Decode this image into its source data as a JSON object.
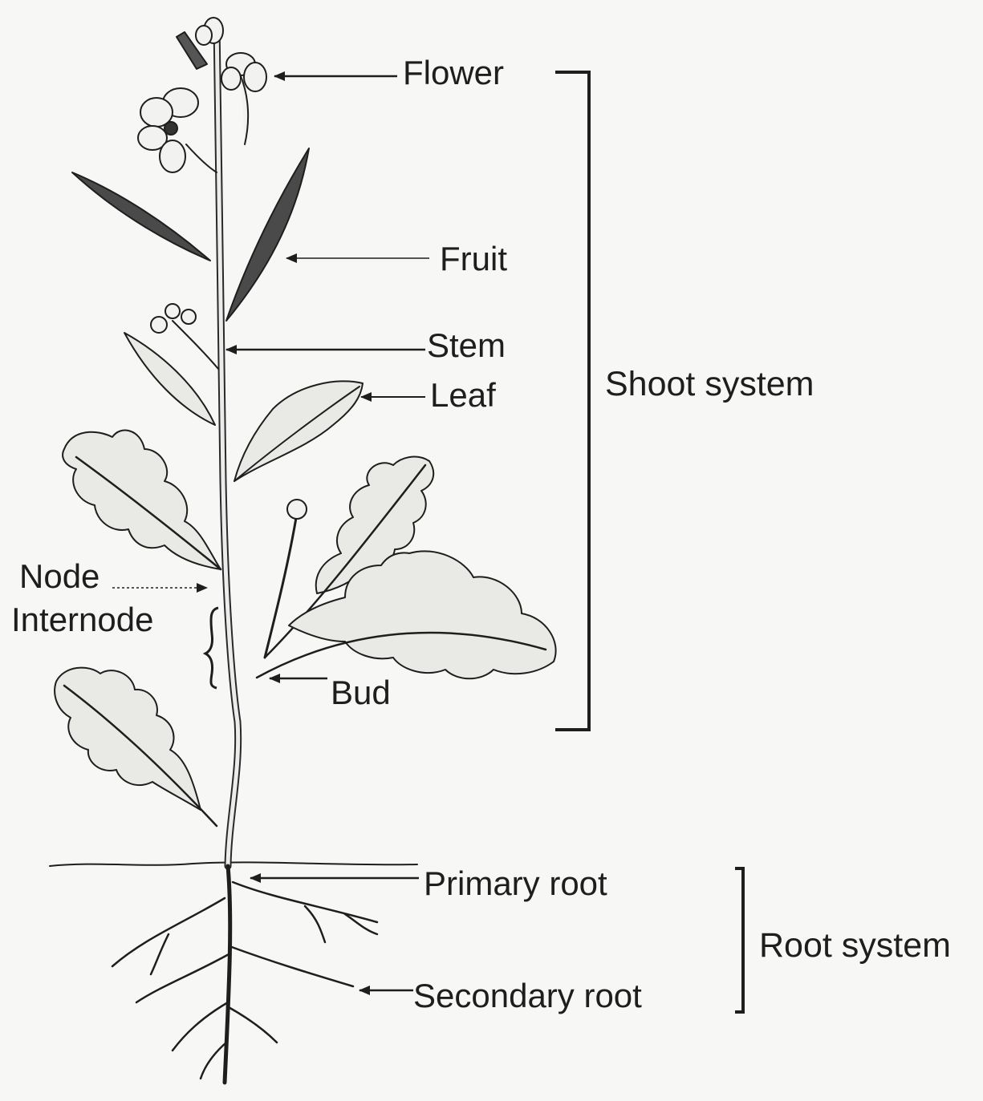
{
  "labels": {
    "flower": "Flower",
    "fruit": "Fruit",
    "stem": "Stem",
    "leaf": "Leaf",
    "node": "Node",
    "internode": "Internode",
    "bud": "Bud",
    "primary_root": "Primary root",
    "secondary_root": "Secondary root"
  },
  "groups": {
    "shoot": "Shoot system",
    "root": "Root system"
  },
  "colors": {
    "ink": "#1e1e1e",
    "background": "#f7f7f6",
    "leaf_fill": "#e9e9e6",
    "fruit_fill": "#4a4a4a"
  }
}
